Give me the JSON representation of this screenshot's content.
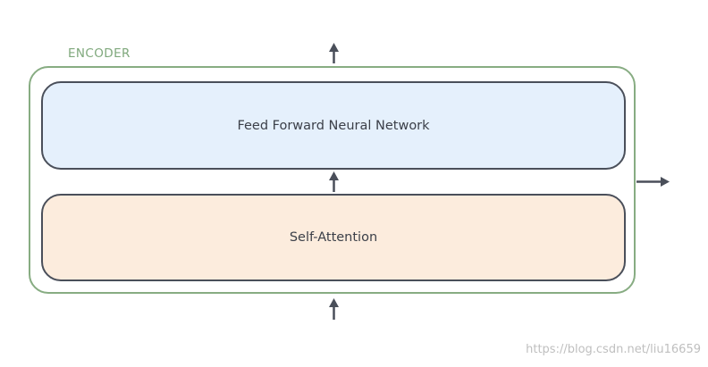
{
  "encoder": {
    "label": "ENCODER",
    "border_color": "#87AC82"
  },
  "layers": {
    "feed_forward": {
      "label": "Feed Forward Neural Network",
      "fill_color": "#E5F0FC"
    },
    "self_attention": {
      "label": "Self-Attention",
      "fill_color": "#FCECDD"
    }
  },
  "arrows": {
    "color": "#4A4F5A",
    "icons": [
      "arrow-up-icon",
      "arrow-right-icon"
    ]
  },
  "watermark": {
    "text": "https://blog.csdn.net/liu16659"
  }
}
